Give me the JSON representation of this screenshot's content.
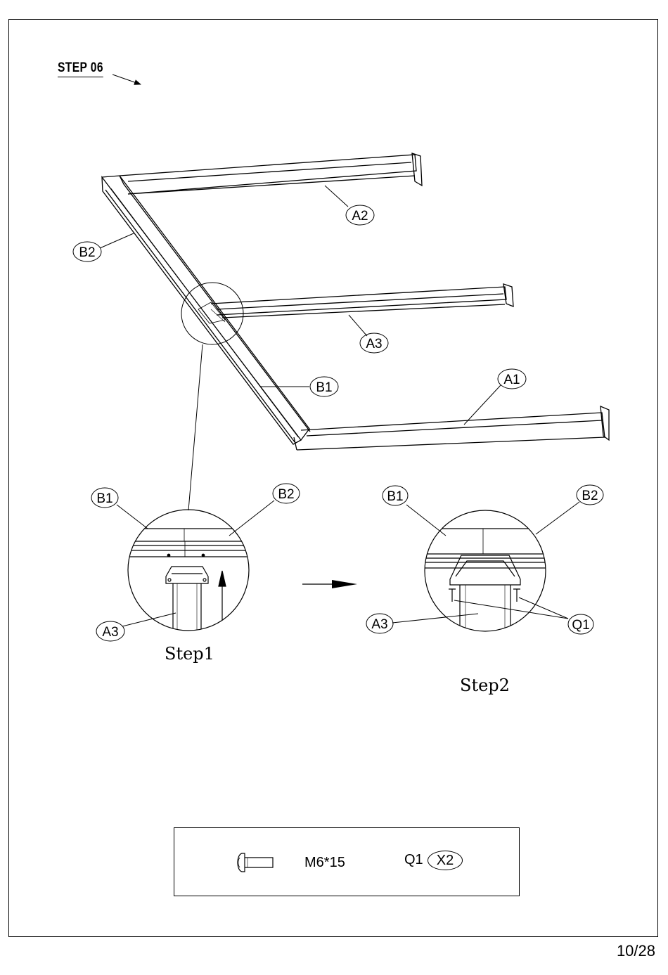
{
  "step_title": "STEP  06",
  "parts": {
    "a1": "A1",
    "a2": "A2",
    "a3": "A3",
    "b1": "B1",
    "b2": "B2",
    "q1": "Q1"
  },
  "steps": {
    "step1": "Step1",
    "step2": "Step2"
  },
  "hardware": {
    "name": "M6*15",
    "code": "Q1",
    "qty": "X2",
    "icon": "bolt-icon"
  },
  "page_number": "10/28"
}
